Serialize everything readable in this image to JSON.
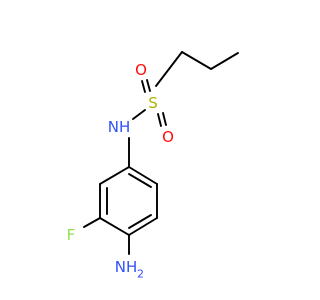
{
  "molecule": {
    "atoms": {
      "o_top": "O",
      "o_bottom": "O",
      "s": "S",
      "nh": "NH",
      "f": "F",
      "nh2_main": "NH",
      "nh2_sub": "2"
    },
    "colors": {
      "bond": "#000000",
      "oxygen": "#ff0d0d",
      "sulfur": "#b2b200",
      "nitrogen": "#3050f8",
      "fluorine": "#90e050"
    }
  }
}
